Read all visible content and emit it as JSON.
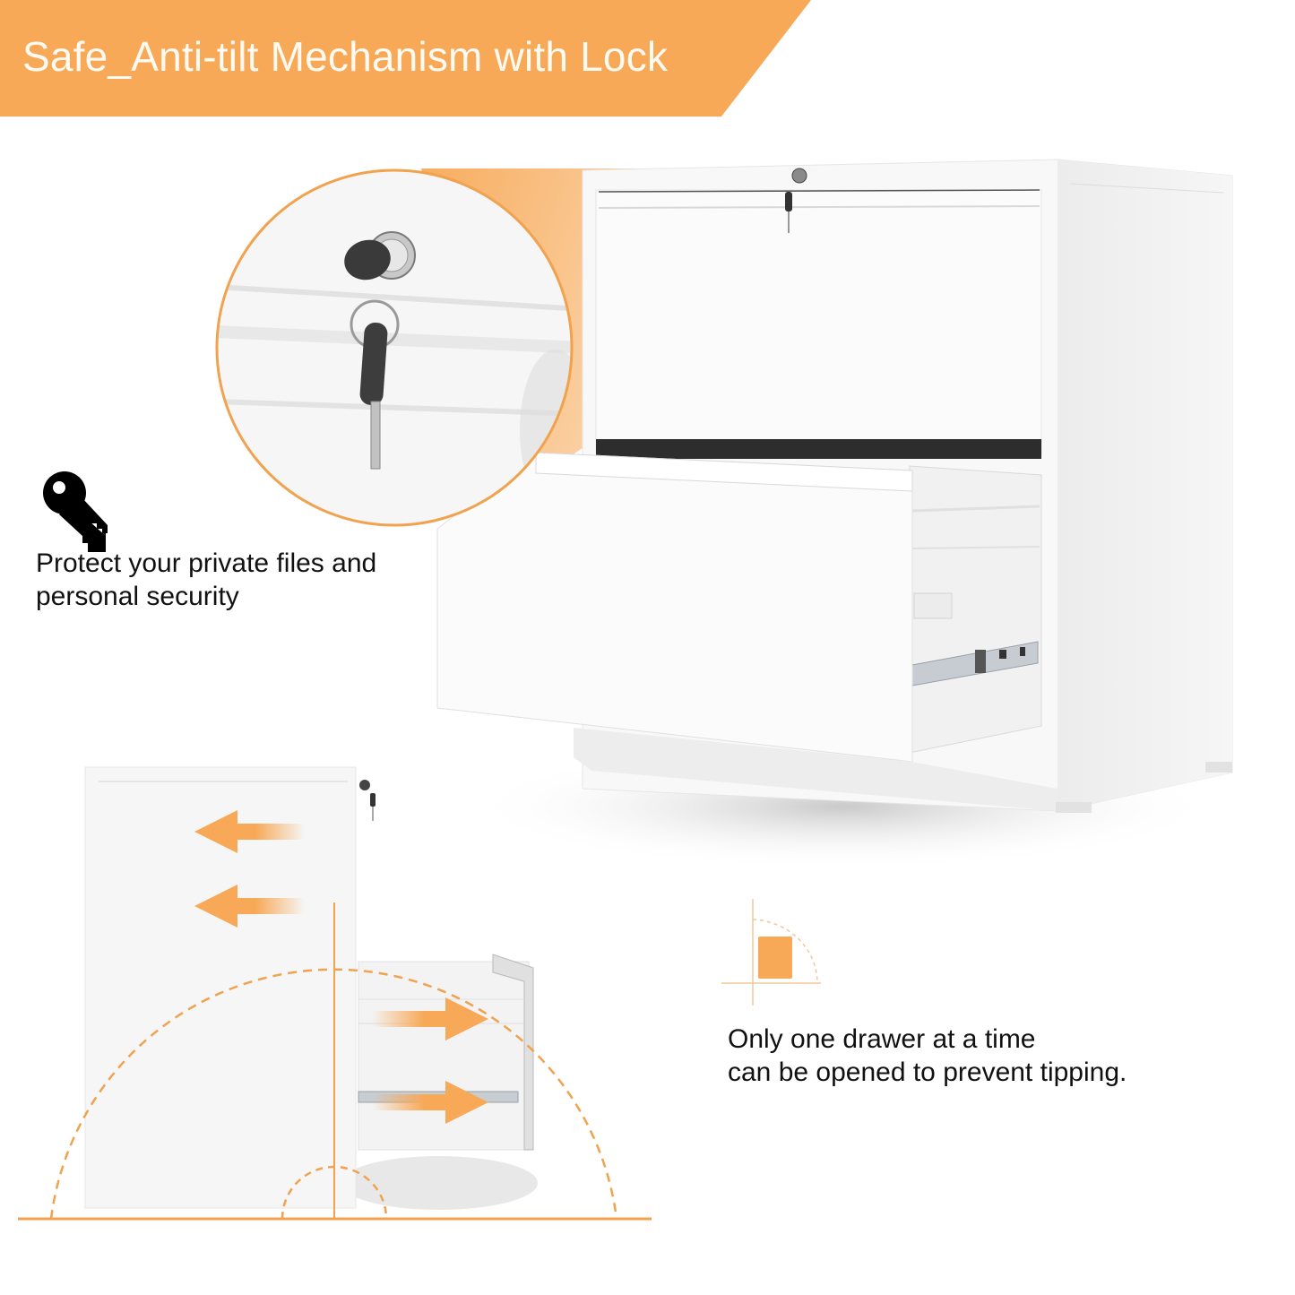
{
  "banner": {
    "title": "Safe_Anti-tilt Mechanism with Lock",
    "color": "#f7a957",
    "text_color": "#fffaf2"
  },
  "features": [
    {
      "icon": "key-icon",
      "lines": [
        "Protect your private files and",
        "personal security"
      ]
    },
    {
      "icon": "anti-tilt-diagram-icon",
      "lines": [
        "Only one drawer at a time",
        "can be opened to prevent tipping."
      ]
    }
  ],
  "colors": {
    "accent": "#f7a957",
    "cabinet": "#f7f7f7",
    "text": "#111111"
  },
  "product": {
    "name": "2-drawer lateral file cabinet",
    "finish": "white",
    "lock_closeup": true
  }
}
